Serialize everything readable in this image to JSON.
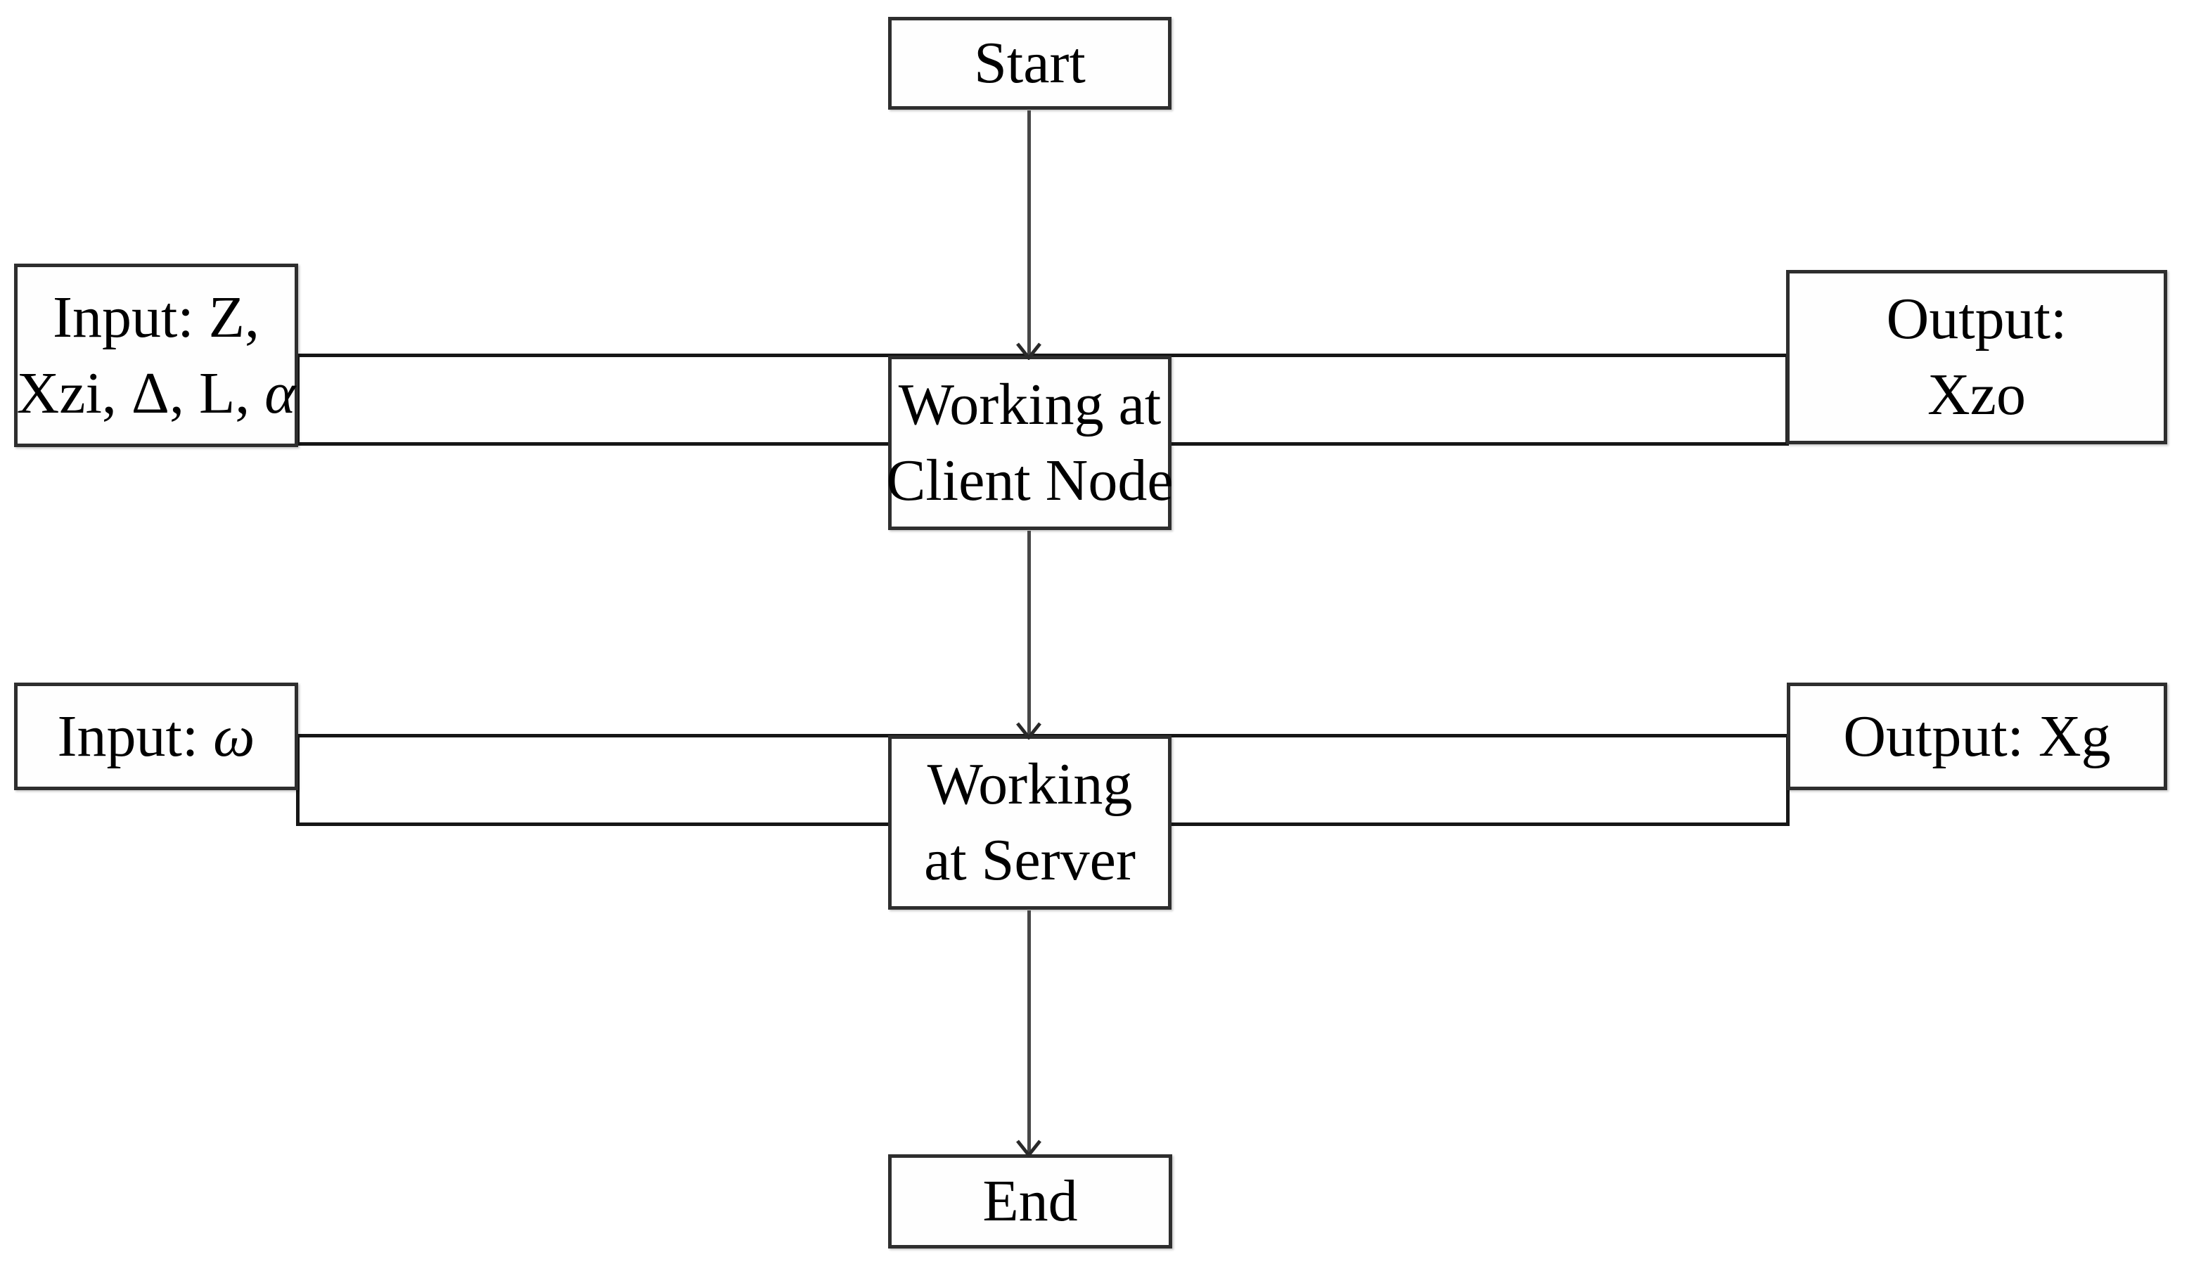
{
  "figure": {
    "type": "flowchart",
    "background_color": "#ffffff",
    "box_border_color": "#2e2e2e",
    "channel_line_color": "#161616",
    "arrow_color": "#474747",
    "text_color": "#000000"
  },
  "nodes": {
    "start": {
      "label": "Start"
    },
    "input_client": {
      "line1": "Input: Z,",
      "line2_roman": "Xzi, Δ, L, ",
      "line2_italic": "α"
    },
    "working_client": {
      "line1": "Working at",
      "line2": "Client Node"
    },
    "output_client": {
      "line1": "Output:",
      "line2": "Xzo"
    },
    "input_server": {
      "line1_roman": "Input: ",
      "line1_italic": "ω"
    },
    "working_server": {
      "line1": "Working",
      "line2": "at Server"
    },
    "output_server": {
      "label": "Output: Xg"
    },
    "end": {
      "label": "End"
    }
  },
  "edges": [
    {
      "from": "start",
      "to": "working_client",
      "type": "arrow"
    },
    {
      "from": "input_client",
      "to": "working_client",
      "type": "channel"
    },
    {
      "from": "working_client",
      "to": "output_client",
      "type": "channel"
    },
    {
      "from": "working_client",
      "to": "working_server",
      "type": "arrow"
    },
    {
      "from": "input_server",
      "to": "working_server",
      "type": "channel"
    },
    {
      "from": "working_server",
      "to": "output_server",
      "type": "channel"
    },
    {
      "from": "working_server",
      "to": "end",
      "type": "arrow"
    }
  ]
}
